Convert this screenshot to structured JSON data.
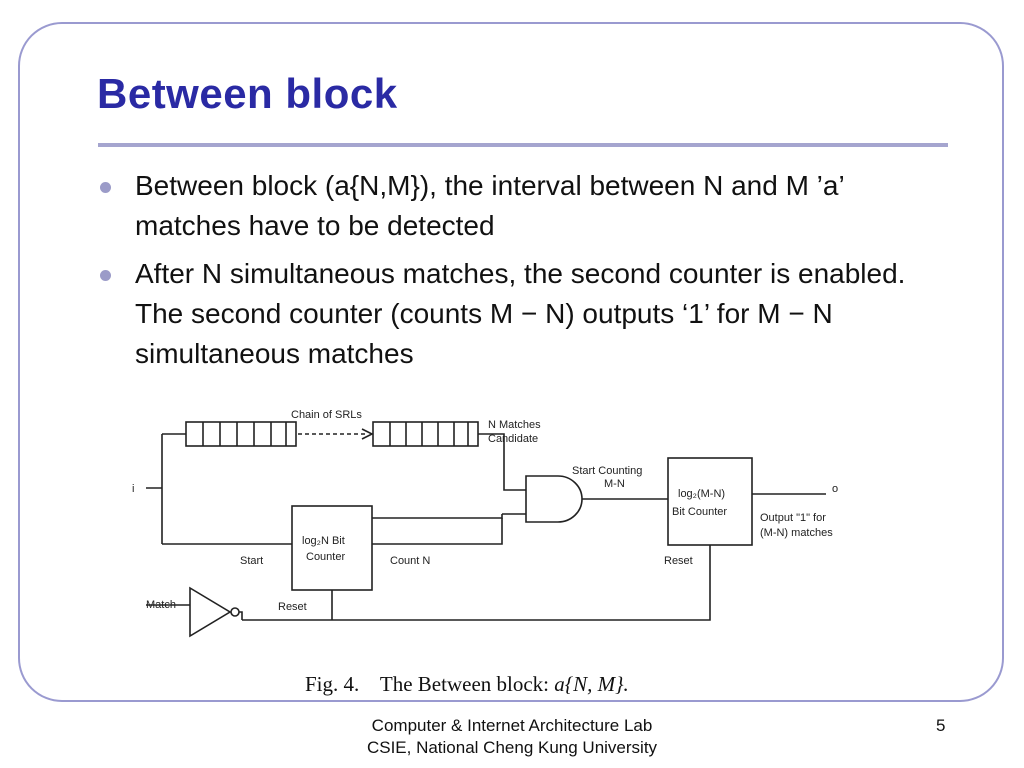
{
  "slide": {
    "title": "Between block",
    "bullets": [
      "Between block (a{N,M}), the interval between N and M ’a’ matches have to be detected",
      "After N simultaneous matches, the second counter is enabled. The second counter (counts M − N) outputs ‘1’ for M − N simultaneous matches"
    ],
    "bullet_icon": "bullet-dot",
    "accent_color": "#2a2aa4"
  },
  "figure": {
    "labels": {
      "chain": "Chain of SRLs",
      "n_matches_1": "N Matches",
      "n_matches_2": "Candidate",
      "start_counting_1": "Start Counting",
      "start_counting_2": "M-N",
      "counter_mn_1": "log₂(M-N)",
      "counter_mn_2": "Bit Counter",
      "output_1": "Output \"1\" for",
      "output_2": "(M-N) matches",
      "input_i": "i",
      "output_o": "o",
      "counter_n_1": "log₂N Bit",
      "counter_n_2": "Counter",
      "start": "Start",
      "count_n": "Count N",
      "reset_top": "Reset",
      "match": "Match",
      "reset_bottom": "Reset"
    },
    "caption_prefix": "Fig. 4.",
    "caption_text": "The Between block: ",
    "caption_math": "a{N, M}."
  },
  "footer": {
    "lab_line1": "Computer & Internet Architecture Lab",
    "lab_line2": "CSIE, National Cheng Kung University",
    "page_number": "5"
  }
}
